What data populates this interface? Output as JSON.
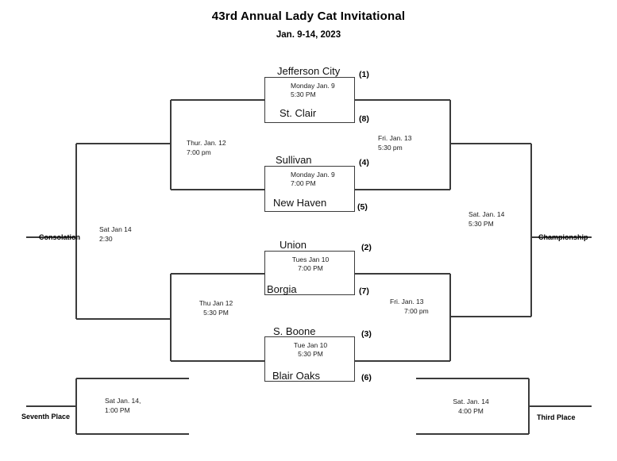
{
  "header": {
    "title": "43rd Annual Lady Cat Invitational",
    "dates": "Jan. 9-14, 2023"
  },
  "games": [
    {
      "id": "game-1",
      "top_team": "Jefferson City",
      "top_seed": "(1)",
      "bottom_team": "St. Clair",
      "bottom_seed": "(8)",
      "date": "Monday Jan. 9",
      "time": "5:30 PM"
    },
    {
      "id": "game-2",
      "top_team": "Sullivan",
      "top_seed": "(4)",
      "bottom_team": "New Haven",
      "bottom_seed": "(5)",
      "date": "Monday  Jan. 9",
      "time": "7:00 PM"
    },
    {
      "id": "game-3",
      "top_team": "Union",
      "top_seed": "(2)",
      "bottom_team": "Borgia",
      "bottom_seed": "(7)",
      "date": "Tues Jan 10",
      "time": "7:00 PM"
    },
    {
      "id": "game-4",
      "top_team": "S. Boone",
      "top_seed": "(3)",
      "bottom_team": "Blair Oaks",
      "bottom_seed": "(6)",
      "date": "Tue Jan 10",
      "time": "5:30 PM"
    }
  ],
  "rounds": {
    "semifinal_upper": {
      "date": "Thur. Jan. 12",
      "time": "7:00 pm"
    },
    "semifinal_lower": {
      "date": "Thu Jan 12",
      "time": "5:30 PM"
    },
    "final_upper": {
      "date": "Fri. Jan. 13",
      "time": "5:30 pm"
    },
    "final_lower": {
      "date": "Fri. Jan. 13",
      "time": "7:00 pm"
    },
    "championship": {
      "date": "Sat. Jan. 14",
      "time": "5:30 PM",
      "label": "Championship"
    },
    "consolation": {
      "date": "Sat Jan 14",
      "time": "2:30",
      "label": "Consolation"
    },
    "seventh_place": {
      "date": "Sat Jan. 14,",
      "time": "1:00 PM",
      "label": "Seventh Place"
    },
    "third_place": {
      "date": "Sat. Jan. 14",
      "time": "4:00 PM",
      "label": "Third Place"
    }
  },
  "colors": {
    "line": "#3b3b3b",
    "text": "#000000",
    "background": "#ffffff"
  }
}
